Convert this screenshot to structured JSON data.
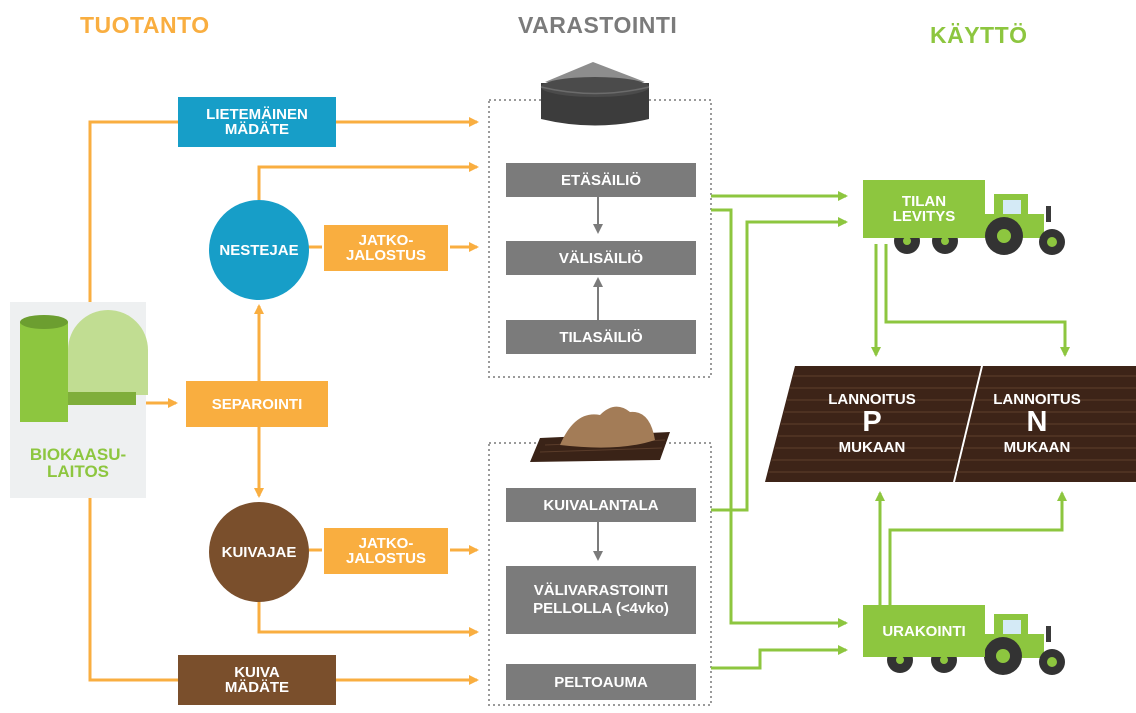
{
  "headers": {
    "production": "TUOTANTO",
    "storage": "VARASTOINTI",
    "use": "KÄYTTÖ"
  },
  "plant": {
    "label": "BIOKAASU-\nLAITOS"
  },
  "production": {
    "liquid_digestate": "LIETEMÄINEN\nMÄDÄTE",
    "separation": "SEPAROINTI",
    "liquid_fraction": "NESTEJAE",
    "dry_fraction": "KUIVAJAE",
    "further_processing_liquid": "JATKO-\nJALOSTUS",
    "further_processing_dry": "JATKO-\nJALOSTUS",
    "dry_digestate": "KUIVA\nMÄDÄTE"
  },
  "storage": {
    "remote_tank": "ETÄSÄILIÖ",
    "intermediate_tank": "VÄLISÄILIÖ",
    "farm_tank": "TILASÄILIÖ",
    "dry_manure_store": "KUIVALANTALA",
    "field_storage": "VÄLIVARASTOINTI\nPELLOLLA (<4vko)",
    "field_heap": "PELTOAUMA"
  },
  "use": {
    "farm_spreading": "TILAN\nLEVITYS",
    "contracting": "URAKOINTI",
    "fertilization_p": {
      "top": "LANNOITUS",
      "letter": "P",
      "bottom": "MUKAAN"
    },
    "fertilization_n": {
      "top": "LANNOITUS",
      "letter": "N",
      "bottom": "MUKAAN"
    }
  },
  "colors": {
    "orange": "#f9ae40",
    "green": "#8dc63f",
    "gray": "#7b7b7b",
    "blue": "#179ec8",
    "brown": "#7a4f2c",
    "field": "#3d2418"
  }
}
